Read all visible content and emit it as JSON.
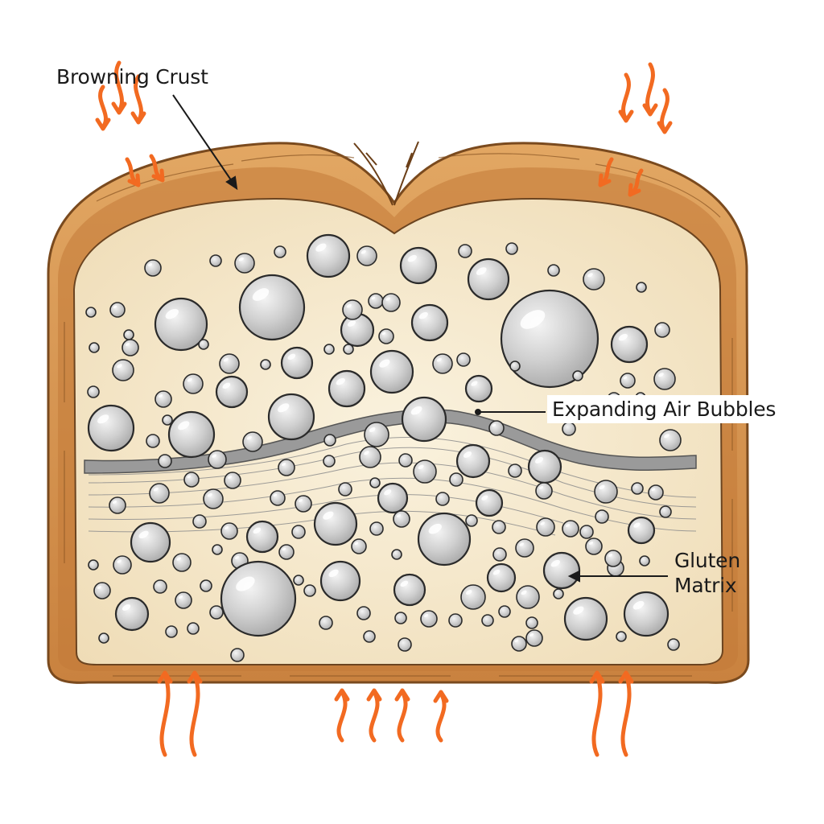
{
  "labels": {
    "browning_crust": "Browning Crust",
    "expanding_air_bubbles": "Expanding Air Bubbles",
    "gluten_matrix_line1": "Gluten",
    "gluten_matrix_line2": "Matrix"
  },
  "colors": {
    "crust": "#d9954a",
    "crust_dark": "#b8702e",
    "crumb": "#f6ebd3",
    "bubble_fill": "#c9c9c9",
    "bubble_stroke": "#2a2a2a",
    "gluten_band": "#9a9a9a",
    "heat_arrow": "#f26a21",
    "leader_line": "#1a1a1a"
  },
  "icons": {
    "heat": "heat-wave-arrow-icon",
    "bubble": "air-bubble-icon"
  }
}
